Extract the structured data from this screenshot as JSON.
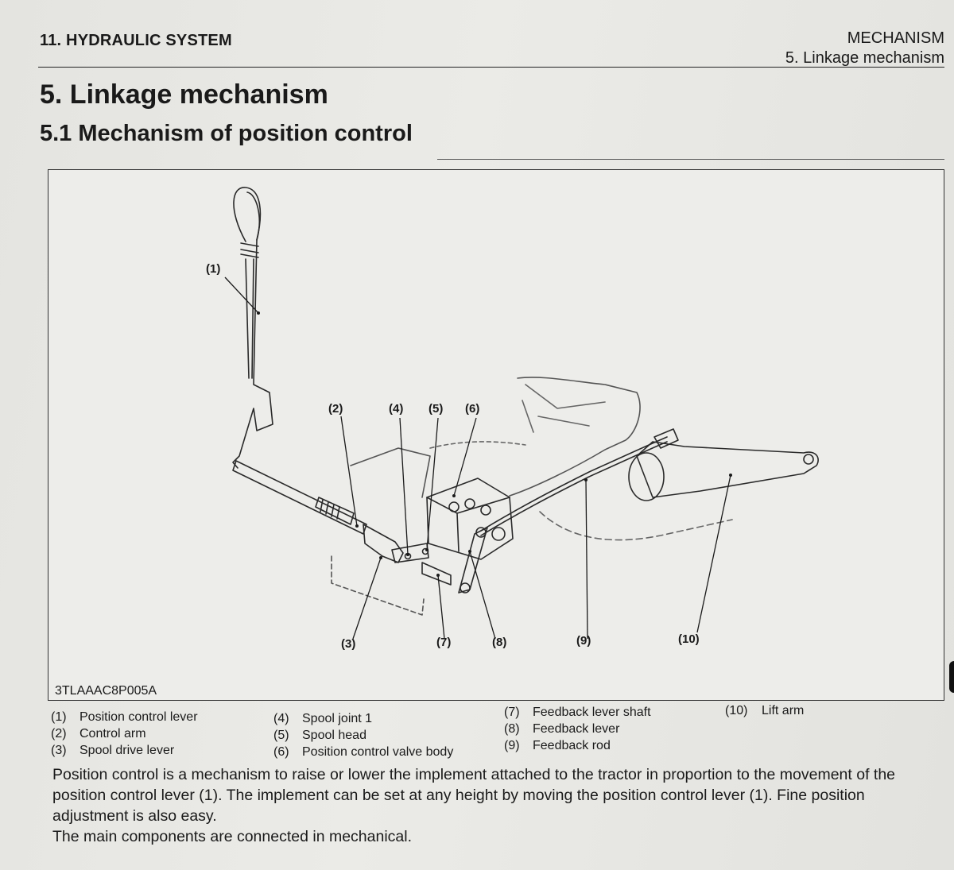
{
  "header": {
    "chapter": "11. HYDRAULIC SYSTEM",
    "section": "MECHANISM",
    "subsection": "5. Linkage mechanism"
  },
  "title": "5. Linkage mechanism",
  "subtitle": "5.1 Mechanism of position control",
  "figure": {
    "id": "3TLAAAC8P005A",
    "callouts": [
      "(1)",
      "(2)",
      "(3)",
      "(4)",
      "(5)",
      "(6)",
      "(7)",
      "(8)",
      "(9)",
      "(10)"
    ]
  },
  "legend": [
    {
      "num": "(1)",
      "label": "Position control lever"
    },
    {
      "num": "(2)",
      "label": "Control arm"
    },
    {
      "num": "(3)",
      "label": "Spool drive lever"
    },
    {
      "num": "(4)",
      "label": "Spool joint 1"
    },
    {
      "num": "(5)",
      "label": "Spool head"
    },
    {
      "num": "(6)",
      "label": "Position control valve body"
    },
    {
      "num": "(7)",
      "label": "Feedback lever shaft"
    },
    {
      "num": "(8)",
      "label": "Feedback lever"
    },
    {
      "num": "(9)",
      "label": "Feedback rod"
    },
    {
      "num": "(10)",
      "label": "Lift arm"
    }
  ],
  "paragraphs": [
    "Position control is a mechanism to raise or lower the implement attached to the tractor in proportion to the movement of the position control lever (1). The implement can be set at any height by moving the position control lever (1). Fine position adjustment is also easy.",
    "The main components are connected in mechanical."
  ]
}
